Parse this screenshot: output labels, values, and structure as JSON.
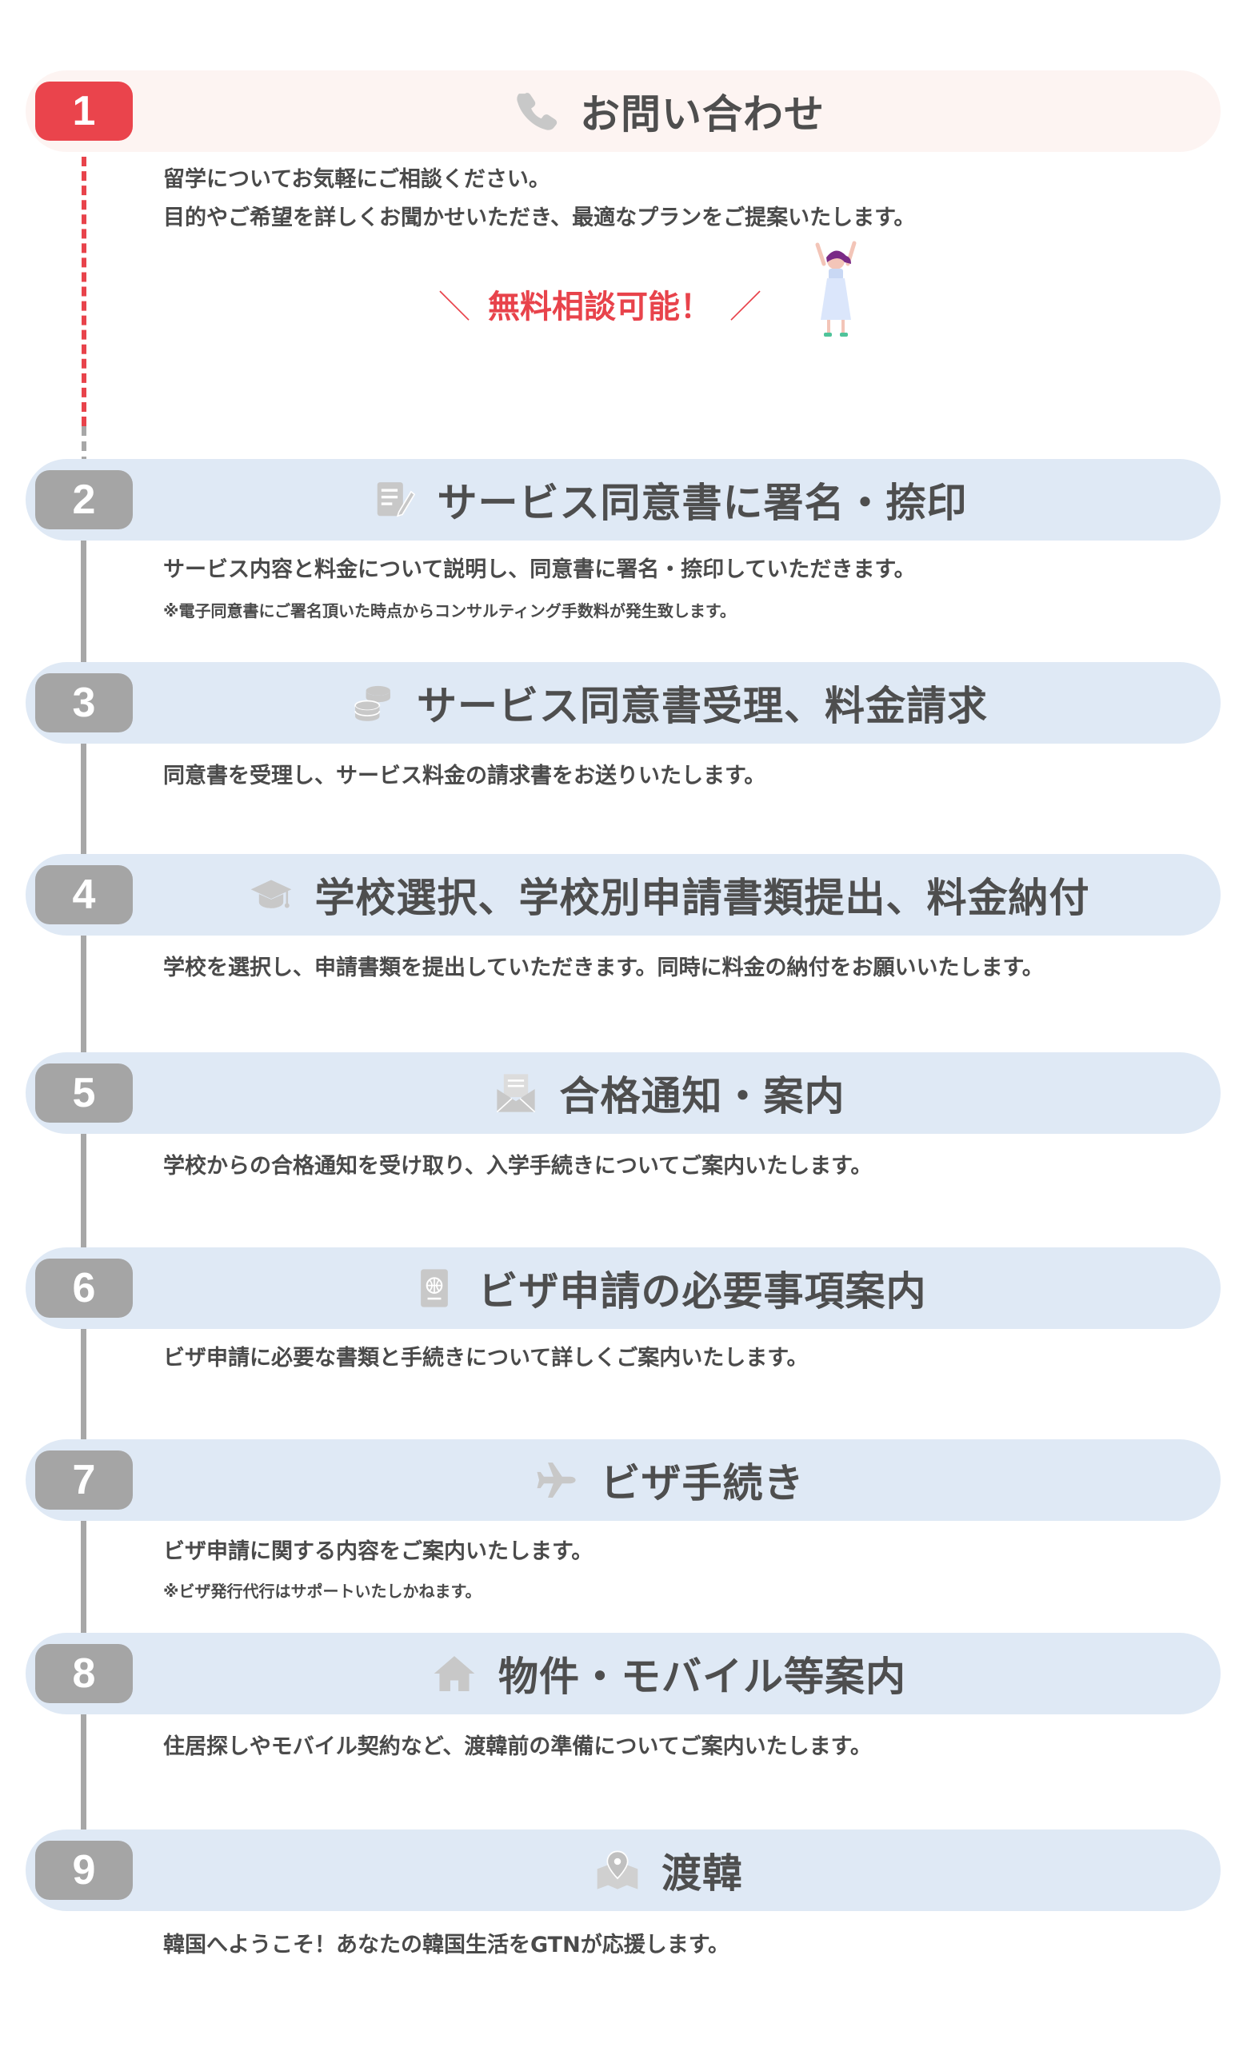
{
  "steps": [
    {
      "num": "1",
      "title": "お問い合わせ",
      "icon": "phone-icon",
      "lines": [
        "留学についてお気軽にご相談ください。",
        "目的やご希望を詳しくお聞かせいただき、最適なプランをご提案いたします。"
      ],
      "callout": "無料相談可能！",
      "slash_left": "＼",
      "slash_right": "／"
    },
    {
      "num": "2",
      "title": "サービス同意書に署名・捺印",
      "icon": "document-sign-icon",
      "lines": [
        "サービス内容と料金について説明し、同意書に署名・捺印していただきます。"
      ],
      "note": "※電子同意書にご署名頂いた時点からコンサルティング手数料が発生致します。"
    },
    {
      "num": "3",
      "title": "サービス同意書受理、料金請求",
      "icon": "coins-icon",
      "lines": [
        "同意書を受理し、サービス料金の請求書をお送りいたします。"
      ]
    },
    {
      "num": "4",
      "title": "学校選択、学校別申請書類提出、料金納付",
      "icon": "graduation-cap-icon",
      "lines": [
        "学校を選択し、申請書類を提出していただきます。同時に料金の納付をお願いいたします。"
      ]
    },
    {
      "num": "5",
      "title": "合格通知・案内",
      "icon": "envelope-letter-icon",
      "lines": [
        "学校からの合格通知を受け取り、入学手続きについてご案内いたします。"
      ]
    },
    {
      "num": "6",
      "title": "ビザ申請の必要事項案内",
      "icon": "passport-icon",
      "lines": [
        "ビザ申請に必要な書類と手続きについて詳しくご案内いたします。"
      ]
    },
    {
      "num": "7",
      "title": "ビザ手続き",
      "icon": "airplane-icon",
      "lines": [
        "ビザ申請に関する内容をご案内いたします。"
      ],
      "note": "※ビザ発行代行はサポートいたしかねます。"
    },
    {
      "num": "8",
      "title": "物件・モバイル等案内",
      "icon": "house-icon",
      "lines": [
        "住居探しやモバイル契約など、渡韓前の準備についてご案内いたします。"
      ]
    },
    {
      "num": "9",
      "title": "渡韓",
      "icon": "map-pin-icon",
      "lines": [
        "韓国へようこそ！あなたの韓国生活をGTNが応援します。"
      ]
    }
  ],
  "colors": {
    "accent": "#e8434b",
    "badge_gray": "#a5a5a5",
    "bar_blue": "#dfe9f5",
    "bar_pink": "#fdf4f2"
  }
}
